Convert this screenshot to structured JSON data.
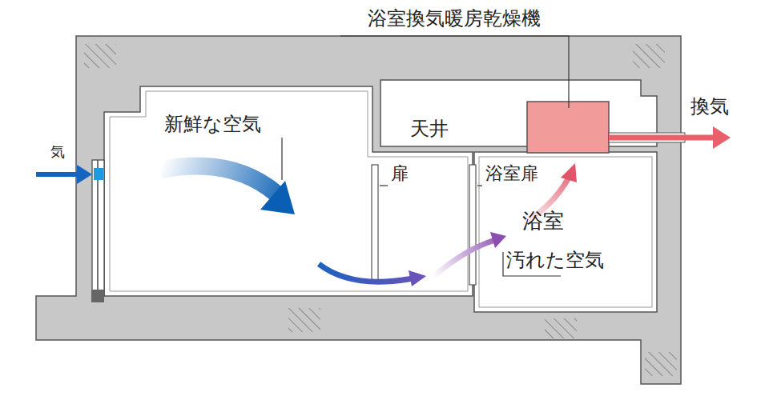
{
  "diagram": {
    "labels": [
      "浴室換気暖房乾燥機",
      "気",
      "新鮮な空気",
      "天井",
      "扉",
      "浴室扉",
      "換気",
      "浴室",
      "汚れた空気"
    ]
  }
}
